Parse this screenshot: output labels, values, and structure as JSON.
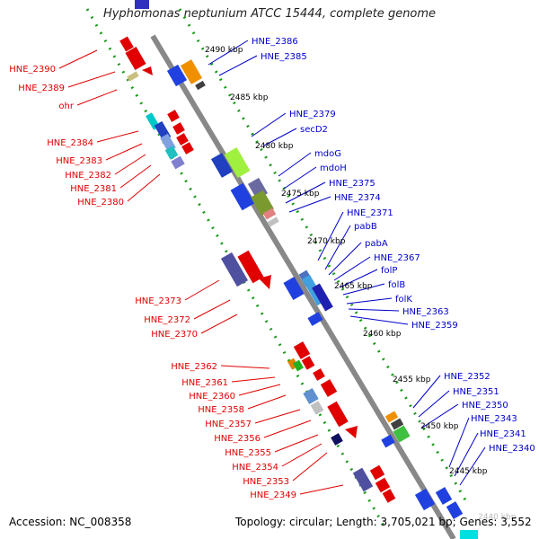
{
  "title": "Hyphomonas neptunium ATCC 15444, complete genome",
  "footer": {
    "accession": "Accession: NC_008358",
    "summary": "Topology: circular; Length: 3,705,021 bp; Genes: 3,552"
  },
  "colors": {
    "reverse_strand": "#e00000",
    "forward_strand": "#0000cc",
    "backbone": "#888888"
  },
  "kbp_marks": [
    "2490 kbp",
    "2485 kbp",
    "2480 kbp",
    "2475 kbp",
    "2470 kbp",
    "2465 kbp",
    "2460 kbp",
    "2455 kbp",
    "2450 kbp",
    "2445 kbp",
    "2440 kbp"
  ],
  "left_labels": [
    "HNE_2390",
    "HNE_2389",
    "ohr",
    "HNE_2384",
    "HNE_2383",
    "HNE_2382",
    "HNE_2381",
    "HNE_2380",
    "HNE_2373",
    "HNE_2372",
    "HNE_2370",
    "HNE_2362",
    "HNE_2361",
    "HNE_2360",
    "HNE_2358",
    "HNE_2357",
    "HNE_2356",
    "HNE_2355",
    "HNE_2354",
    "HNE_2353",
    "HNE_2349"
  ],
  "right_labels": [
    "HNE_2386",
    "HNE_2385",
    "HNE_2379",
    "secD2",
    "mdoG",
    "mdoH",
    "HNE_2375",
    "HNE_2374",
    "HNE_2371",
    "pabB",
    "pabA",
    "HNE_2367",
    "folP",
    "folB",
    "folK",
    "HNE_2363",
    "HNE_2359",
    "HNE_2352",
    "HNE_2351",
    "HNE_2350",
    "HNE_2343",
    "HNE_2341",
    "HNE_2340"
  ]
}
